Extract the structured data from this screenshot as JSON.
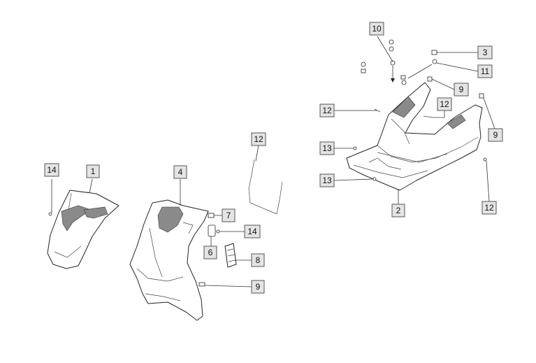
{
  "callouts": [
    {
      "id": "c10a",
      "label": "10"
    },
    {
      "id": "c3",
      "label": "3"
    },
    {
      "id": "c11",
      "label": "11"
    },
    {
      "id": "c9a",
      "label": "9"
    },
    {
      "id": "c12a",
      "label": "12"
    },
    {
      "id": "c12b",
      "label": "12"
    },
    {
      "id": "c9b",
      "label": "9"
    },
    {
      "id": "c13a",
      "label": "13"
    },
    {
      "id": "c13b",
      "label": "13"
    },
    {
      "id": "c2",
      "label": "2"
    },
    {
      "id": "c12c",
      "label": "12"
    },
    {
      "id": "c12d",
      "label": "12"
    },
    {
      "id": "c14a",
      "label": "14"
    },
    {
      "id": "c1",
      "label": "1"
    },
    {
      "id": "c4",
      "label": "4"
    },
    {
      "id": "c7",
      "label": "7"
    },
    {
      "id": "c14b",
      "label": "14"
    },
    {
      "id": "c6",
      "label": "6"
    },
    {
      "id": "c8",
      "label": "8"
    },
    {
      "id": "c9c",
      "label": "9"
    }
  ],
  "colors": {
    "callout_fill": "#e4e4e4",
    "line": "#222222",
    "shade": "#8a8a8a"
  }
}
